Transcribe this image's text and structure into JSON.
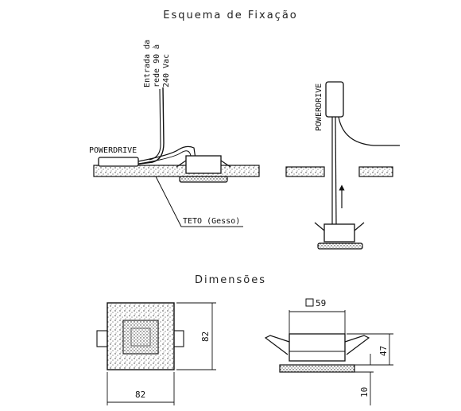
{
  "sections": {
    "fixing_title": "Esquema de Fixação",
    "dimensions_title": "Dimensões"
  },
  "labels": {
    "powerdrive_left": "POWERDRIVE",
    "powerdrive_right": "POWERDRIVE",
    "mains_input": [
      "Entrada da",
      "rede 90 à",
      "240 Vac"
    ],
    "ceiling": "TETO (Gesso)",
    "square_size": "59",
    "width_bottom": "82",
    "height_right": "82",
    "height_47": "47",
    "height_10": "10"
  },
  "icons": {
    "square_symbol": "square-outline-icon",
    "arrow": "up-arrow-icon"
  }
}
